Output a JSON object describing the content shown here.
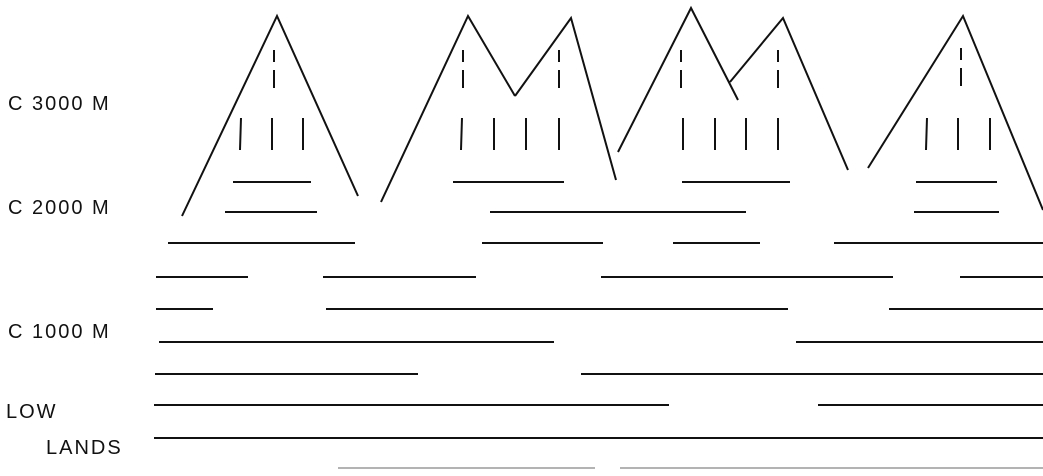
{
  "elevation_labels": {
    "c3000": "C 3000 M",
    "c2000": "C 2000 M",
    "c1000": "C 1000 M",
    "low": "LOW",
    "lands": "LANDS"
  },
  "colors": {
    "ink": "#111111",
    "background": "#ffffff"
  }
}
